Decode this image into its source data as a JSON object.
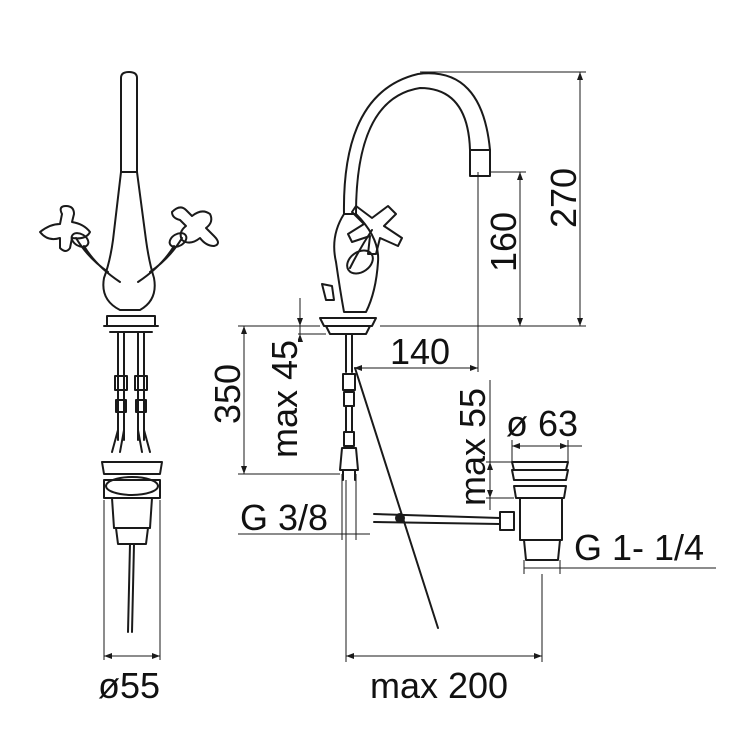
{
  "dimensions": {
    "d270": "270",
    "d160": "160",
    "d140": "140",
    "d350": "350",
    "max45": "max 45",
    "max55": "max 55",
    "d63": "ø 63",
    "g38": "G 3/8",
    "g114": "G 1- 1/4",
    "d55": "ø55",
    "max200": "max 200"
  },
  "colors": {
    "line": "#1a1a1a",
    "background": "#ffffff"
  }
}
